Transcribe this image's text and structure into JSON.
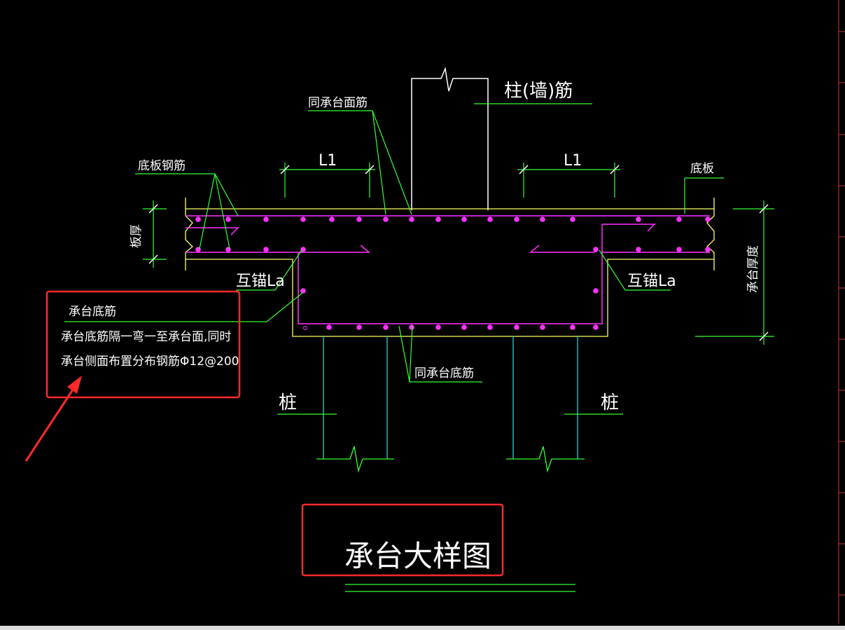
{
  "drawing": {
    "title": "承台大样图",
    "labels": {
      "column_rebar": "柱(墙)筋",
      "same_cap_top_rebar": "同承台面筋",
      "slab_rebar": "底板钢筋",
      "slab": "底板",
      "anchor_length_left": "L1",
      "anchor_length_right": "L1",
      "slab_thickness": "板厚",
      "mutual_anchor_left": "互锚La",
      "mutual_anchor_right": "互锚La",
      "cap_thickness": "承台厚度",
      "same_cap_bottom_rebar": "同承台底筋",
      "pile_left": "桩",
      "pile_right": "桩"
    },
    "note": {
      "heading": "承台底筋",
      "line1": "承台底筋隔一弯一至承台面,同时",
      "line2": "承台侧面布置分布钢筋Φ12@200"
    },
    "colors": {
      "background": "#000000",
      "outline_yellow": "#ffff66",
      "rebar_magenta": "#ff33ff",
      "leader_green": "#33ff33",
      "pile_cyan": "#33cccc",
      "column_white": "#ffffff",
      "highlight_red": "#ff2a2a"
    }
  }
}
